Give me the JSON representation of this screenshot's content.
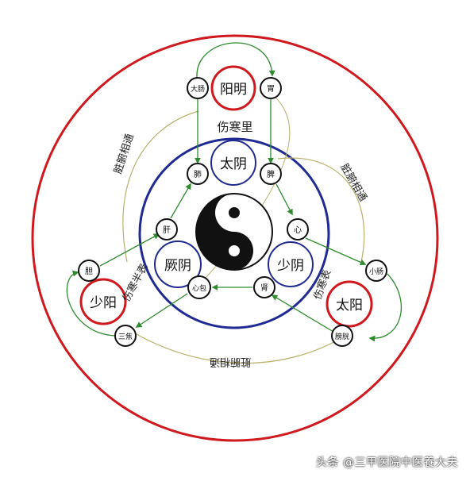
{
  "colors": {
    "outer_circle": "#d0191e",
    "inner_circle": "#1f2b93",
    "arrow_green": "#2e8b2e",
    "arc_olive": "#b8b06a",
    "node_stroke": "#111111"
  },
  "nodes": {
    "yangming": "阳明",
    "taiyin": "太阴",
    "jueyin": "厥阴",
    "shaoyin": "少阴",
    "shaoyang": "少阳",
    "taiyang": "太阳"
  },
  "organs": {
    "da_chang": "大肠",
    "wei_top": "胃",
    "fei": "肺",
    "pi": "脾",
    "gan": "肝",
    "xin": "心",
    "xin_bao": "心包",
    "shen": "肾",
    "dan": "胆",
    "san_jiao": "三焦",
    "xiao_chang": "小肠",
    "pang_guang": "膀胱"
  },
  "labels": {
    "shang_han_li": "伤寒里",
    "shang_han_ban": "伤寒半表",
    "shang_han_biao": "伤寒表",
    "zang_fu_left": "脏腑相通",
    "zang_fu_right": "脏腑相通",
    "zang_fu_bottom": "脏腑相通"
  },
  "watermark": "头条 @三甲医院中医養大夫"
}
